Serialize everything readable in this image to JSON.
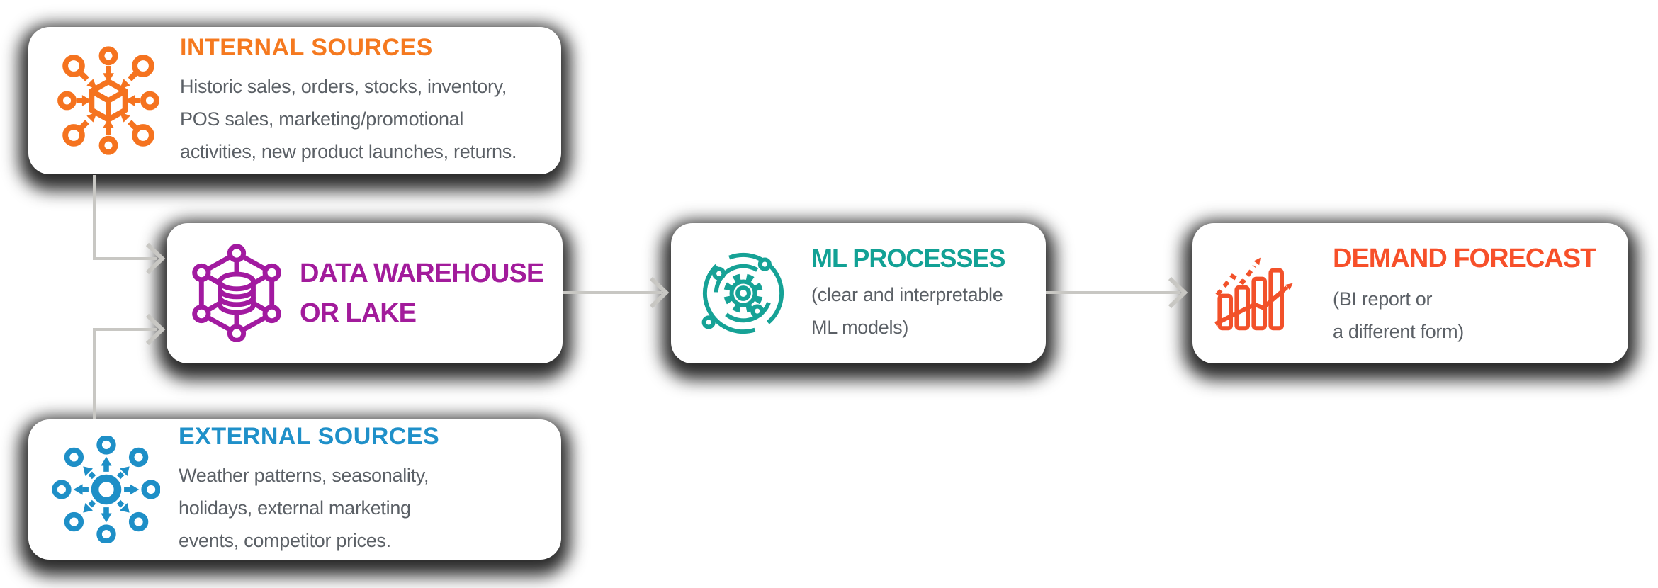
{
  "page": {
    "background_color": "#ffffff",
    "connector_color": "#c8c7c3",
    "body_text_color": "#5b6066",
    "card_shadow_color": "#0a0a0a"
  },
  "cards": {
    "internal_sources": {
      "title": "INTERNAL SOURCES",
      "title_color": "#f5791f",
      "icon": "cube-inbound-arrows-icon",
      "icon_color": "#f5731f",
      "body_lines": [
        "Historic sales, orders, stocks, inventory,",
        "POS sales, marketing/promotional",
        "activities, new product launches, returns."
      ]
    },
    "data_warehouse": {
      "title_lines": [
        "DATA WAREHOUSE",
        "OR LAKE"
      ],
      "title_color": "#a21b9b",
      "icon": "database-network-icon",
      "icon_color": "#a21aa0"
    },
    "external_sources": {
      "title": "EXTERNAL SOURCES",
      "title_color": "#1f90c9",
      "icon": "hub-outbound-arrows-icon",
      "icon_color": "#1e8fc7",
      "body_lines": [
        "Weather patterns, seasonality,",
        "holidays, external marketing",
        "events, competitor prices."
      ]
    },
    "ml_processes": {
      "title": "ML PROCESSES",
      "title_color": "#12a195",
      "icon": "gear-orbits-icon",
      "icon_color": "#16a296",
      "body_lines": [
        "(clear and interpretable",
        "ML models)"
      ]
    },
    "demand_forecast": {
      "title": "DEMAND FORECAST",
      "title_color": "#f7502a",
      "icon": "bar-chart-trend-icon",
      "icon_color": "#f2512a",
      "body_lines": [
        "(BI report or",
        "a different form)"
      ]
    }
  },
  "flow": {
    "edges": [
      "internal_sources -> data_warehouse",
      "external_sources -> data_warehouse",
      "data_warehouse -> ml_processes",
      "ml_processes -> demand_forecast"
    ]
  }
}
